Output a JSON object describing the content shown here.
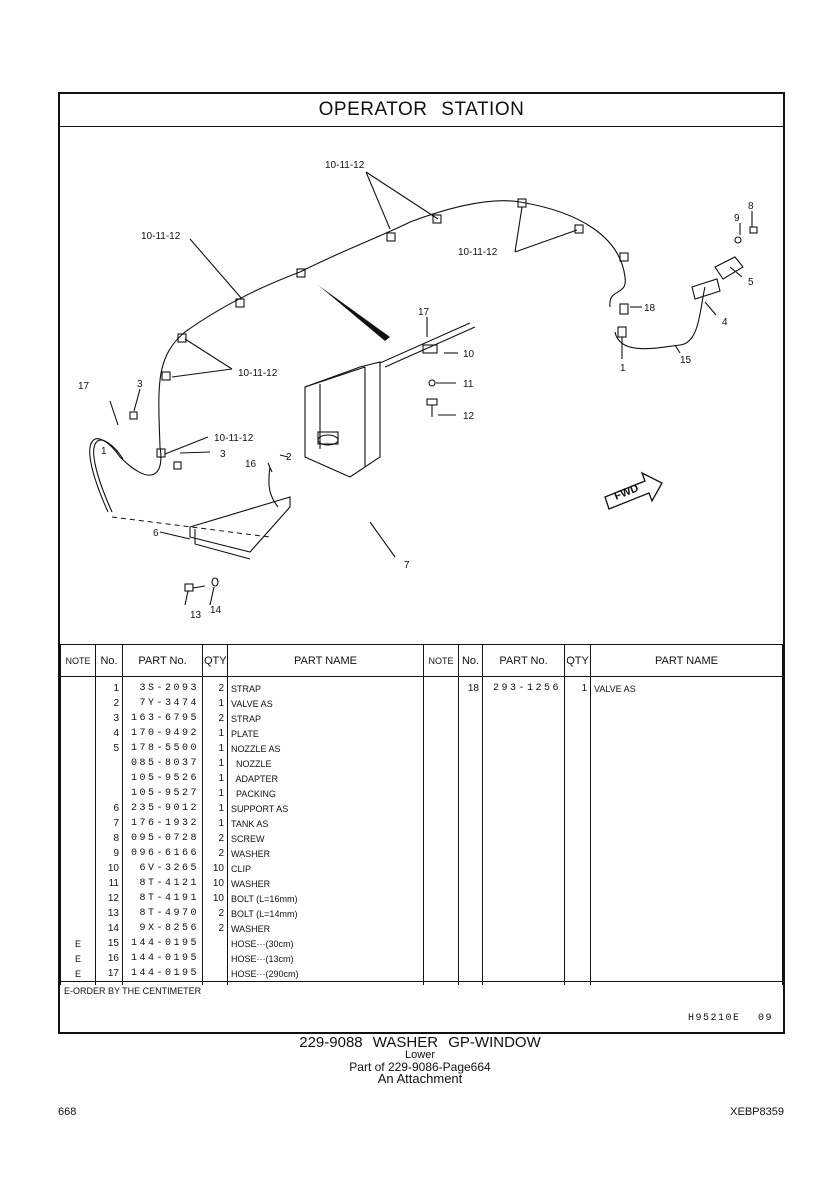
{
  "section_title": "OPERATOR  STATION",
  "diagram": {
    "callouts": [
      "10-11-12",
      "10-11-12",
      "10-11-12",
      "10-11-12",
      "10-11-12",
      "17",
      "3",
      "1",
      "3",
      "16",
      "2",
      "6",
      "7",
      "13",
      "14",
      "17",
      "10",
      "11",
      "12",
      "9",
      "8",
      "5",
      "4",
      "18",
      "1",
      "15"
    ],
    "fwd_label": "FWD"
  },
  "table": {
    "headers": [
      "NOTE",
      "No.",
      "PART No.",
      "QTY",
      "PART NAME",
      "NOTE",
      "No.",
      "PART No.",
      "QTY",
      "PART NAME"
    ],
    "left_rows": [
      {
        "note": "",
        "no": "1",
        "part": "3S-2093",
        "qty": "2",
        "name": "STRAP"
      },
      {
        "note": "",
        "no": "2",
        "part": "7Y-3474",
        "qty": "1",
        "name": "VALVE AS"
      },
      {
        "note": "",
        "no": "3",
        "part": "163-6795",
        "qty": "2",
        "name": "STRAP"
      },
      {
        "note": "",
        "no": "4",
        "part": "170-9492",
        "qty": "1",
        "name": "PLATE"
      },
      {
        "note": "",
        "no": "5",
        "part": "178-5500",
        "qty": "1",
        "name": "NOZZLE AS"
      },
      {
        "note": "",
        "no": "",
        "part": "085-8037",
        "qty": "1",
        "name": "  NOZZLE"
      },
      {
        "note": "",
        "no": "",
        "part": "105-9526",
        "qty": "1",
        "name": "  ADAPTER"
      },
      {
        "note": "",
        "no": "",
        "part": "105-9527",
        "qty": "1",
        "name": "  PACKING"
      },
      {
        "note": "",
        "no": "6",
        "part": "235-9012",
        "qty": "1",
        "name": "SUPPORT AS"
      },
      {
        "note": "",
        "no": "7",
        "part": "176-1932",
        "qty": "1",
        "name": "TANK AS"
      },
      {
        "note": "",
        "no": "8",
        "part": "095-0728",
        "qty": "2",
        "name": "SCREW"
      },
      {
        "note": "",
        "no": "9",
        "part": "096-6166",
        "qty": "2",
        "name": "WASHER"
      },
      {
        "note": "",
        "no": "10",
        "part": "6V-3265",
        "qty": "10",
        "name": "CLIP"
      },
      {
        "note": "",
        "no": "11",
        "part": "8T-4121",
        "qty": "10",
        "name": "WASHER"
      },
      {
        "note": "",
        "no": "12",
        "part": "8T-4191",
        "qty": "10",
        "name": "BOLT (L=16mm)"
      },
      {
        "note": "",
        "no": "13",
        "part": "8T-4970",
        "qty": "2",
        "name": "BOLT (L=14mm)"
      },
      {
        "note": "",
        "no": "14",
        "part": "9X-8256",
        "qty": "2",
        "name": "WASHER"
      },
      {
        "note": "E",
        "no": "15",
        "part": "144-0195",
        "qty": "",
        "name": "HOSE···(30cm)"
      },
      {
        "note": "E",
        "no": "16",
        "part": "144-0195",
        "qty": "",
        "name": "HOSE···(13cm)"
      },
      {
        "note": "E",
        "no": "17",
        "part": "144-0195",
        "qty": "",
        "name": "HOSE···(290cm)"
      }
    ],
    "right_rows": [
      {
        "note": "",
        "no": "18",
        "part": "293-1256",
        "qty": "1",
        "name": "VALVE AS"
      }
    ]
  },
  "note_text": "E-ORDER BY THE CENTIMETER",
  "page_code": "H95210E  09",
  "footer": {
    "title": "229-9088  WASHER GP-WINDOW",
    "sub1": "Lower",
    "sub2": "Part of 229-9086-Page664",
    "sub3": "An Attachment"
  },
  "page_number": "668",
  "doc_id": "XEBP8359"
}
